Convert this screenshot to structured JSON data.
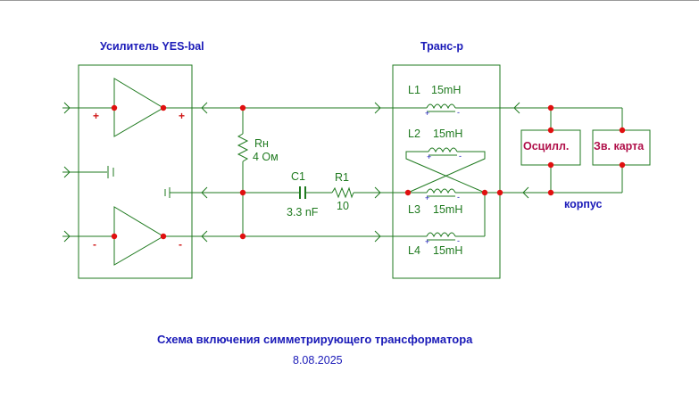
{
  "amplifier": {
    "title": "Усилитель  YES-bal",
    "plus_in": "+",
    "plus_out": "+",
    "minus_in": "-",
    "minus_out": "-"
  },
  "transformer": {
    "title": "Транс-р"
  },
  "load": {
    "name": "Rн",
    "value": "4 Ом"
  },
  "capacitor": {
    "name": "C1",
    "value": "3.3 nF"
  },
  "resistor": {
    "name": "R1",
    "value": "10"
  },
  "inductors": [
    {
      "name": "L1",
      "value": "15mH"
    },
    {
      "name": "L2",
      "value": "15mH"
    },
    {
      "name": "L3",
      "value": "15mH"
    },
    {
      "name": "L4",
      "value": "15mH"
    }
  ],
  "winding_marks": {
    "plus": "+",
    "minus": "-"
  },
  "devices": {
    "oscilloscope": "Осцилл.",
    "sound_card": "Зв. карта"
  },
  "ground_label": "корпус",
  "caption": "Схема включения симметрирующего трансформатора",
  "date": "8.08.2025",
  "colors": {
    "wire": "#1f7a1f",
    "node": "#e01010",
    "title": "#1a1ab8",
    "device_text": "#b0104a",
    "pin_mark": "#d01818"
  }
}
